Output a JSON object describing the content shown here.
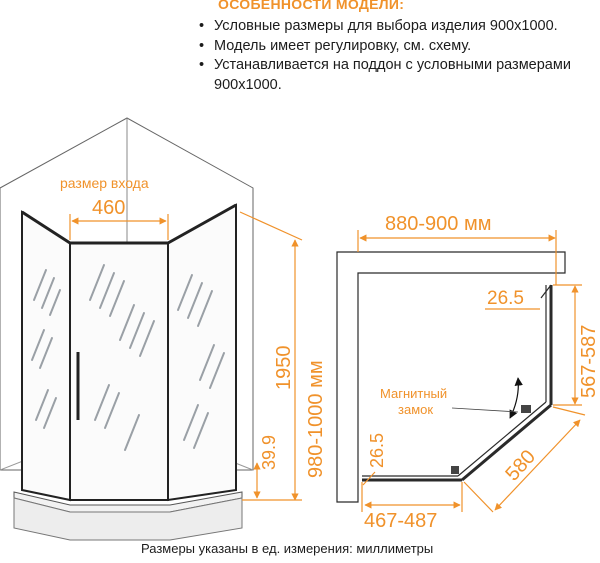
{
  "header": {
    "title": "ОСОБЕННОСТИ МОДЕЛИ:"
  },
  "features": [
    {
      "text": "Условные размеры для выбора изделия 900х1000."
    },
    {
      "text": "Модель имеет регулировку, см. схему."
    },
    {
      "text": "Устанавливается на поддон с условными размерами",
      "cont": "900х1000."
    }
  ],
  "front_view": {
    "entry_label": "размер входа",
    "entry_width": "460",
    "height_total": "1950",
    "height_wall": "980-1000 мм",
    "tray_height": "39.9"
  },
  "plan_view": {
    "width_top": "880-900 мм",
    "angle_top": "26.5",
    "side_right": "567-587",
    "lock_label_line1": "Магнитный",
    "lock_label_line2": "замок",
    "angle_bottom": "26.5",
    "side_bottom": "467-487",
    "diagonal": "580"
  },
  "footer": {
    "note": "Размеры указаны в ед. измерения: миллиметры"
  },
  "colors": {
    "accent": "#f0922b",
    "line": "#2a2a2a",
    "glass_hatch": "#9aa0a6"
  }
}
